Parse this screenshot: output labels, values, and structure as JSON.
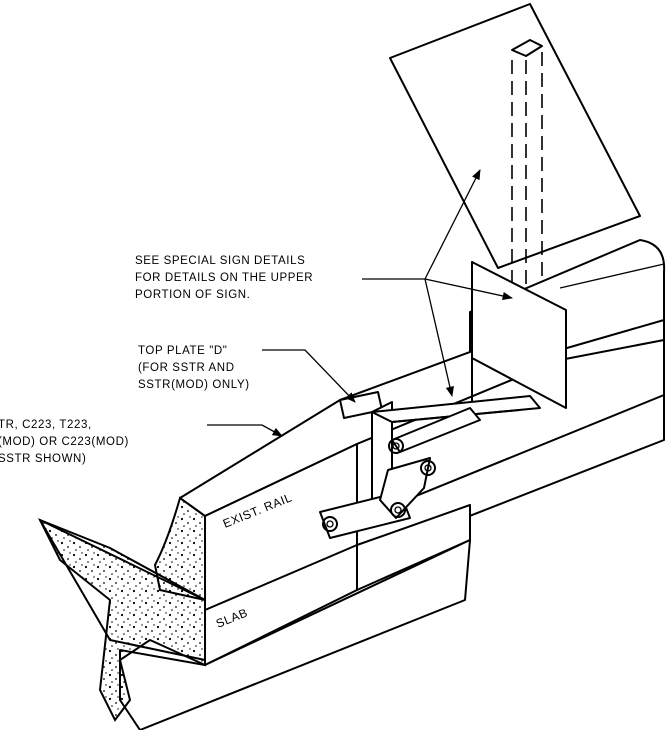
{
  "annotations": {
    "special_sign": [
      "SEE SPECIAL SIGN DETAILS",
      "FOR DETAILS ON THE UPPER",
      "PORTION OF SIGN."
    ],
    "top_plate": [
      "TOP PLATE \"D\"",
      "(FOR SSTR AND",
      "SSTR(MOD) ONLY)"
    ],
    "rail_types": [
      "TR, C223, T223,",
      "(MOD) OR C223(MOD)",
      "SSTR SHOWN)"
    ]
  },
  "component_labels": {
    "exist_rail": "EXIST. RAIL",
    "slab": "SLAB"
  }
}
